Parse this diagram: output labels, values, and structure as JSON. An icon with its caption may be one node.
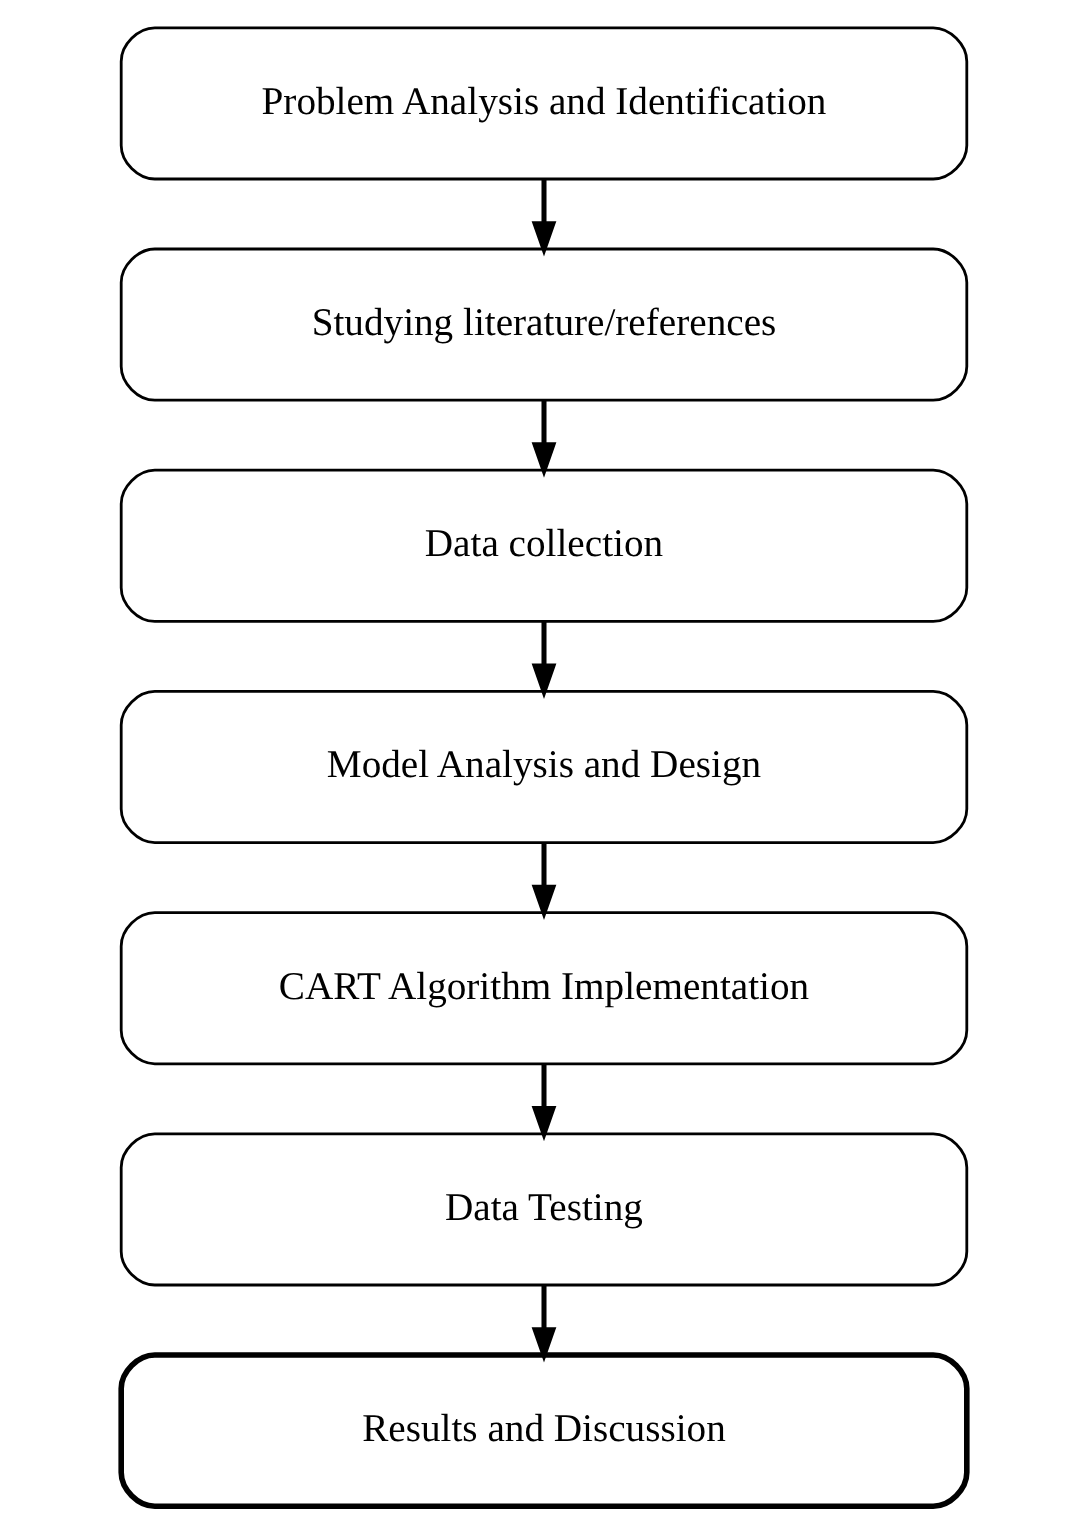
{
  "diagram": {
    "nodes": [
      {
        "text": [
          "Problem Analysis and Identification"
        ]
      },
      {
        "text": [
          "Studying literature/references"
        ]
      },
      {
        "text": [
          "Data collection"
        ]
      },
      {
        "text": [
          "Model Analysis and Design"
        ]
      },
      {
        "text": [
          "CART Algorithm Implementation"
        ]
      },
      {
        "text": [
          "Data Testing"
        ]
      },
      {
        "text": [
          "Results and Discussion"
        ]
      }
    ],
    "edges": [
      {
        "from": 0,
        "to": 1,
        "arrow": "to"
      },
      {
        "from": 1,
        "to": 2,
        "arrow": "to"
      },
      {
        "from": 2,
        "to": 3,
        "arrow": "to"
      },
      {
        "from": 3,
        "to": 4,
        "arrow": "to"
      },
      {
        "from": 4,
        "to": 5,
        "arrow": "to"
      },
      {
        "from": 5,
        "to": 6,
        "arrow": "to"
      }
    ]
  }
}
